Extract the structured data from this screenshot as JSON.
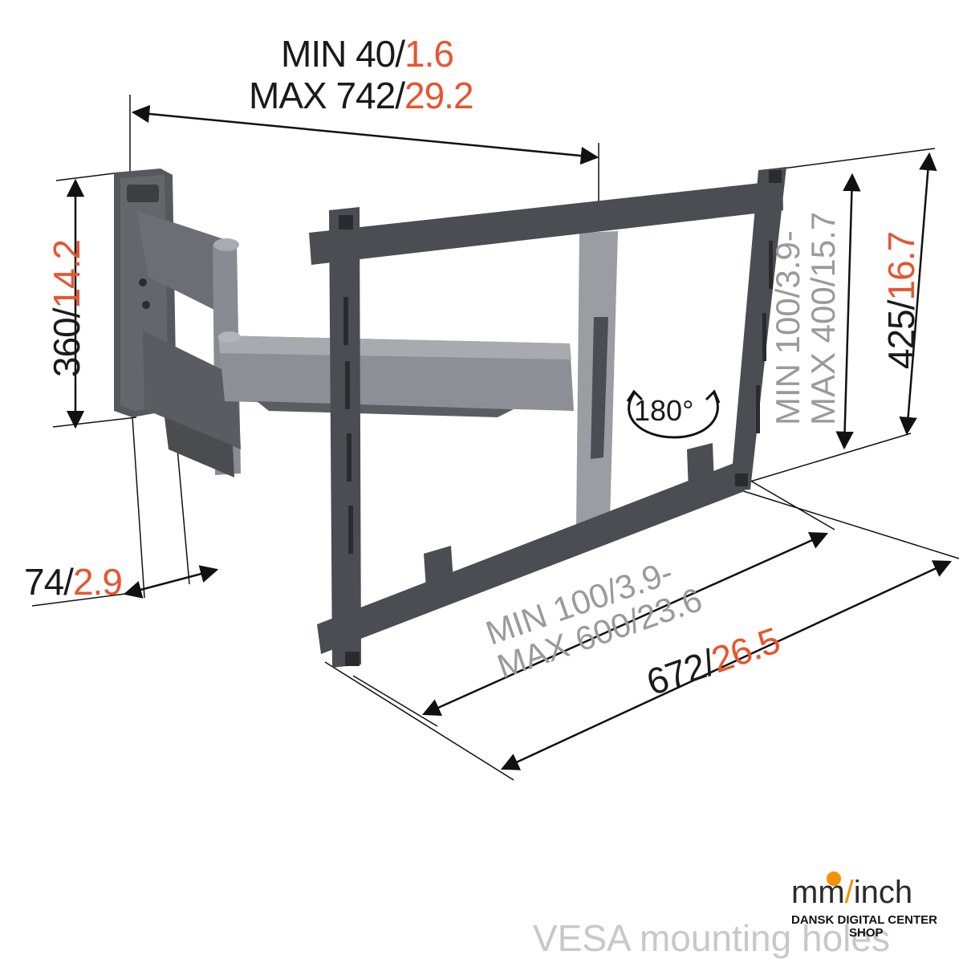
{
  "labels": {
    "depth_min_prefix": "MIN 40/",
    "depth_min_inch": "1.6",
    "depth_max_prefix": "MAX 742/",
    "depth_max_inch": "29.2",
    "height_mm": "360/",
    "height_inch": "14.2",
    "wall_depth_mm": "74/",
    "wall_depth_inch": "2.9",
    "rotation": "180°",
    "vesa_v_min": "MIN 100/3.9-",
    "vesa_v_max": "MAX 400/15.7",
    "frame_h_mm": "425/",
    "frame_h_inch": "16.7",
    "vesa_h_min": "MIN 100/3.9-",
    "vesa_h_max": "MAX 600/23.6",
    "frame_w_mm": "672/",
    "frame_w_inch": "26.5",
    "footer": "VESA mounting holes"
  },
  "logo": {
    "main_left": "mm",
    "main_sep": "/",
    "main_right": "inch",
    "sub_line1": "DANSK DIGITAL CENTER",
    "sub_line2": "SHOP"
  },
  "colors": {
    "inch_accent": "#e8542f",
    "mount_metal": "#4a4d52",
    "arm_metal": "#7e8187",
    "logo_accent": "#f39200"
  }
}
